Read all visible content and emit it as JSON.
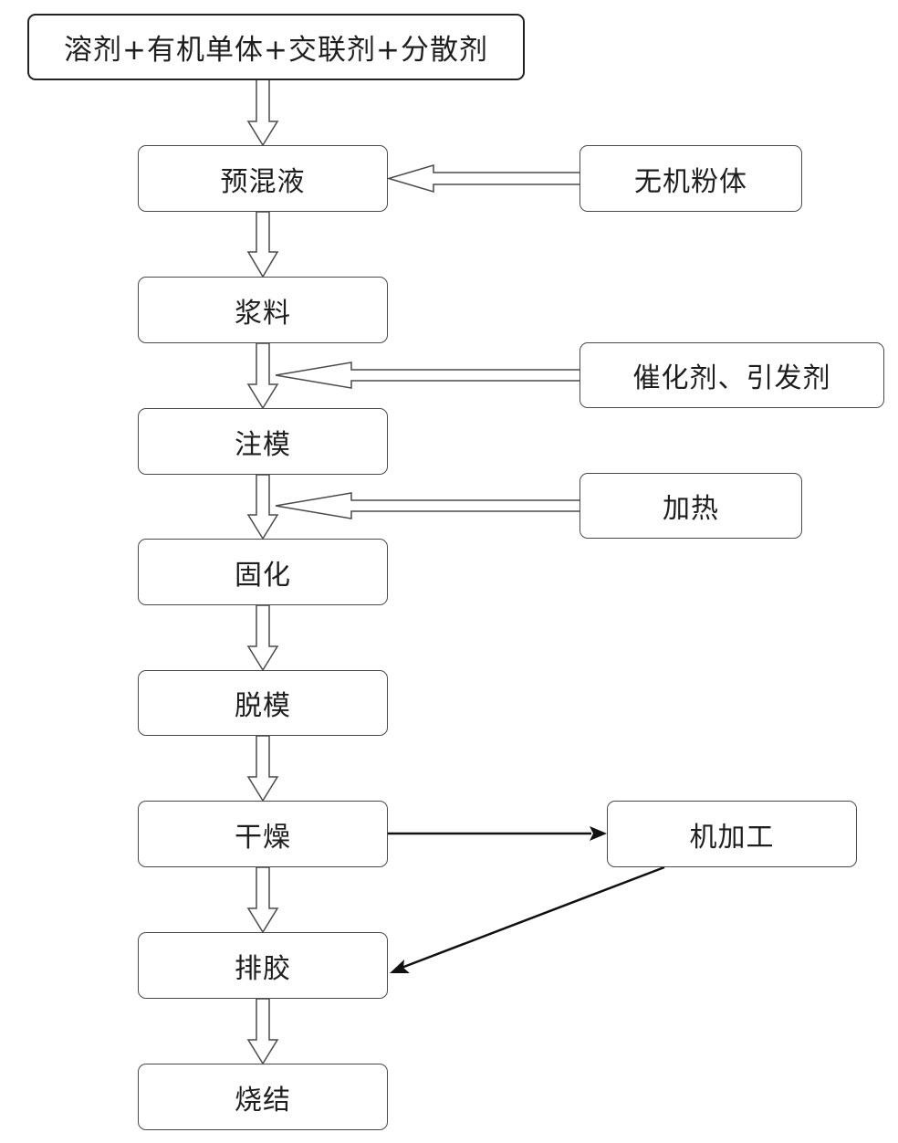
{
  "diagram": {
    "nodes": {
      "inputs": "溶剂+有机单体+交联剂+分散剂",
      "premix": "预混液",
      "inorganic_powder": "无机粉体",
      "slurry": "浆料",
      "catalyst_initiator": "催化剂、引发剂",
      "injection_molding": "注模",
      "heating": "加热",
      "curing": "固化",
      "demolding": "脱模",
      "drying": "干燥",
      "machining": "机加工",
      "debinding": "排胶",
      "sintering": "烧结"
    },
    "colors": {
      "border": "#4a4a4a",
      "arrow_solid": "#111111",
      "text": "#1e1e1e",
      "background": "#ffffff"
    }
  }
}
